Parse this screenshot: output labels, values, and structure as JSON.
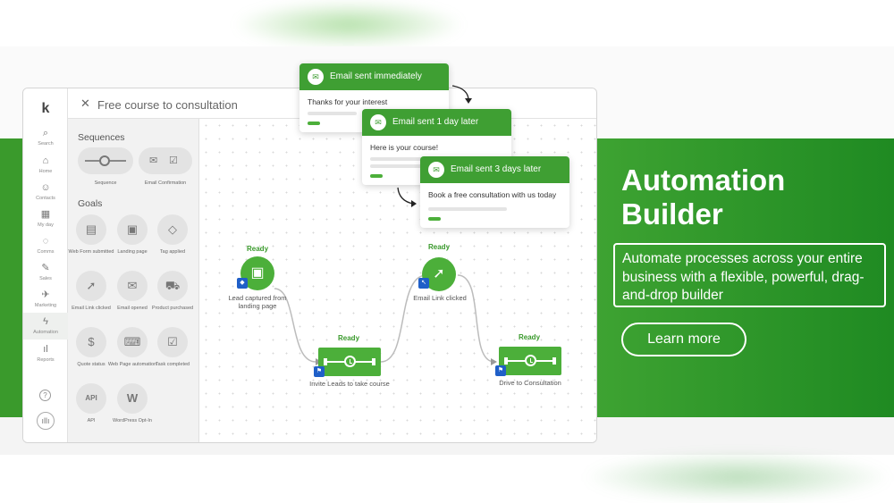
{
  "hero": {
    "title_line1": "Automation",
    "title_line2": "Builder",
    "description": "Automate processes across your entire business with a flexible, powerful, drag-and-drop builder",
    "cta": "Learn more"
  },
  "app": {
    "header_title": "Free course to consultation",
    "nav": [
      {
        "label": "Search",
        "icon": "search-icon"
      },
      {
        "label": "Home",
        "icon": "home-icon"
      },
      {
        "label": "Contacts",
        "icon": "contacts-icon"
      },
      {
        "label": "My day",
        "icon": "calendar-icon"
      },
      {
        "label": "Comms",
        "icon": "chat-icon"
      },
      {
        "label": "Sales",
        "icon": "sales-icon"
      },
      {
        "label": "Marketing",
        "icon": "megaphone-icon"
      },
      {
        "label": "Automation",
        "icon": "lightning-icon"
      },
      {
        "label": "Reports",
        "icon": "chart-icon"
      }
    ],
    "panel": {
      "sequences_heading": "Sequences",
      "sequences": [
        {
          "label": "Sequence"
        },
        {
          "label": "Email Confirmation"
        }
      ],
      "goals_heading": "Goals",
      "goals": [
        {
          "label": "Web Form submitted"
        },
        {
          "label": "Landing page"
        },
        {
          "label": "Tag applied"
        },
        {
          "label": "Email Link clicked"
        },
        {
          "label": "Email opened"
        },
        {
          "label": "Product purchased"
        },
        {
          "label": "Quote status"
        },
        {
          "label": "Web Page automation"
        },
        {
          "label": "Task completed"
        },
        {
          "label": "API"
        },
        {
          "label": "WordPress Opt-In"
        }
      ]
    },
    "canvas": {
      "ready": "Ready",
      "nodes": {
        "lead": "Lead captured from landing page",
        "invite": "Invite Leads to take course",
        "click": "Email Link clicked",
        "drive": "Drive to Consultation"
      },
      "emails": [
        {
          "title": "Email sent immediately",
          "body": "Thanks for your interest"
        },
        {
          "title": "Email sent 1 day later",
          "body": "Here is your course!"
        },
        {
          "title": "Email sent 3 days later",
          "body": "Book a free consultation with us today"
        }
      ]
    }
  },
  "colors": {
    "brand_green": "#3a9a2c",
    "badge_blue": "#1f5fc8"
  }
}
